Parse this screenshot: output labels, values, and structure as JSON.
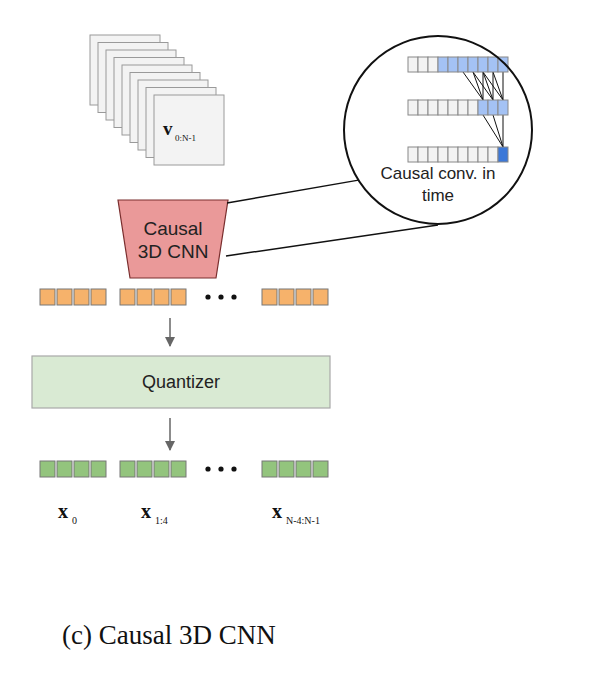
{
  "diagram": {
    "caption": "(c) Causal 3D CNN",
    "nodes": [
      {
        "text": [
          "Causal conv. in time"
        ]
      },
      {
        "text": [
          "Causal 3D CNN"
        ]
      },
      {
        "text": [
          "Quantizer"
        ]
      }
    ],
    "edges": [
      {
        "from": 1,
        "to": 0,
        "arrow": "none"
      }
    ],
    "labels": [
      "v",
      "0:N-1",
      "x",
      "0",
      "x",
      "1:4",
      "x",
      "N-4:N-1"
    ]
  }
}
